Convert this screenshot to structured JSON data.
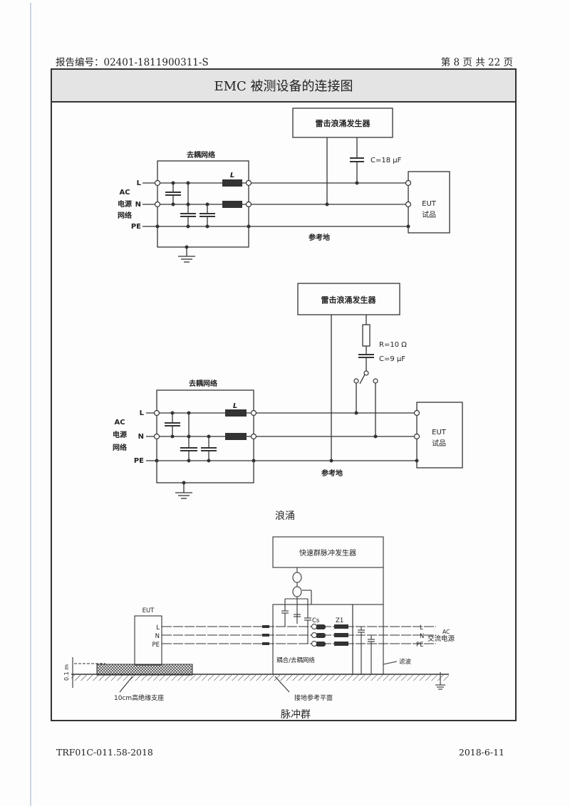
{
  "header": {
    "report_no_label": "报告编号：",
    "report_no": "02401-1811900311-S",
    "page_info": "第 8 页   共 22 页"
  },
  "section_title": "EMC 被测设备的连接图",
  "surge_diagram_1": {
    "generator_label": "雷击浪涌发生器",
    "decoupling_label": "去耦网络",
    "inductor_label": "L",
    "capacitor_label": "C=18 μF",
    "line_labels": [
      "L",
      "N",
      "PE"
    ],
    "source_label": [
      "AC",
      "电源",
      "网络"
    ],
    "eut_label": [
      "EUT",
      "试品"
    ],
    "reference_ground_label": "参考地"
  },
  "surge_diagram_2": {
    "generator_label": "雷击浪涌发生器",
    "decoupling_label": "去耦网络",
    "inductor_label": "L",
    "resistor_label": "R=10 Ω",
    "capacitor_label": "C=9 μF",
    "line_labels": [
      "L",
      "N",
      "PE"
    ],
    "source_label": [
      "AC",
      "电源",
      "网络"
    ],
    "eut_label": [
      "EUT",
      "试品"
    ],
    "reference_ground_label": "参考地"
  },
  "surge_caption": "浪涌",
  "eft_diagram": {
    "generator_label": "快速群脉冲发生器",
    "eut_label": "EUT",
    "eut_lines": [
      "L",
      "N",
      "PE"
    ],
    "cdn_label": "耦合/去耦网络",
    "cap_label": "Cs",
    "impedance_label": "Z1",
    "ac_lines": [
      "L",
      "N",
      "PE"
    ],
    "ac_label_top": "AC",
    "ac_label": "交流电源",
    "filter_label": "滤波",
    "height_label": "0.1 m",
    "support_label": "10cm高绝缘支座",
    "ground_plane_label": "接地参考平面"
  },
  "eft_caption": "脉冲群",
  "footer": {
    "form_no": "TRF01C-011.58-2018",
    "date": "2018-6-11"
  }
}
